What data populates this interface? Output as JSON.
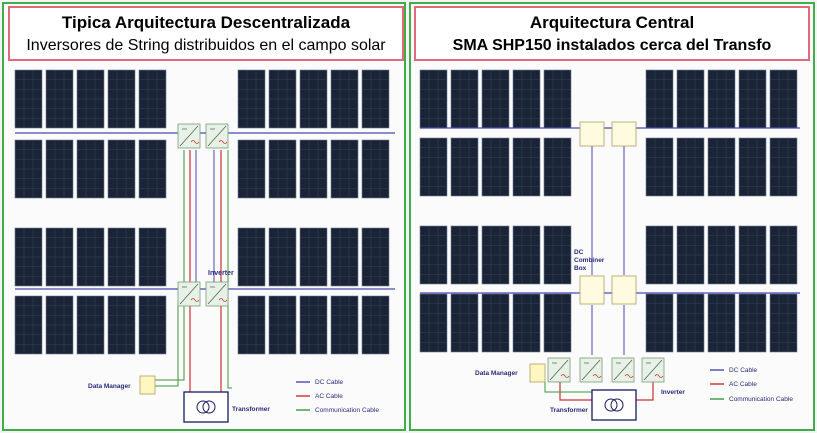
{
  "left_panel": {
    "title": "Tipica  Arquitectura Descentralizada",
    "subtitle": "Inversores de String distribuidos en el campo solar",
    "labels": {
      "inverter": "Inverter",
      "data_manager": "Data Manager",
      "transformer": "Transformer"
    },
    "legend": [
      {
        "label": "DC Cable",
        "color": "#4a4ab0"
      },
      {
        "label": "AC Cable",
        "color": "#d03030"
      },
      {
        "label": "Communication Cable",
        "color": "#3a9a3a"
      }
    ]
  },
  "right_panel": {
    "title": "Arquitectura Central",
    "subtitle": "SMA SHP150 instalados cerca del Transfo",
    "labels": {
      "dc_combiner_box": [
        "DC",
        "Combiner",
        "Box"
      ],
      "data_manager": "Data Manager",
      "inverter": "Inverter",
      "transformer": "Transformer"
    },
    "legend": [
      {
        "label": "DC Cable",
        "color": "#4a4ab0"
      },
      {
        "label": "AC Cable",
        "color": "#d03030"
      },
      {
        "label": "Communication Cable",
        "color": "#3a9a3a"
      }
    ]
  },
  "colors": {
    "frame": "#3fae49",
    "title_border": "#e06a7a",
    "panel": "#1a2436",
    "inverter_fill": "#e6f2e6",
    "combiner_fill": "#fffbe0",
    "data_manager_fill": "#fff6c0",
    "label_text": "#2a2a7a"
  }
}
